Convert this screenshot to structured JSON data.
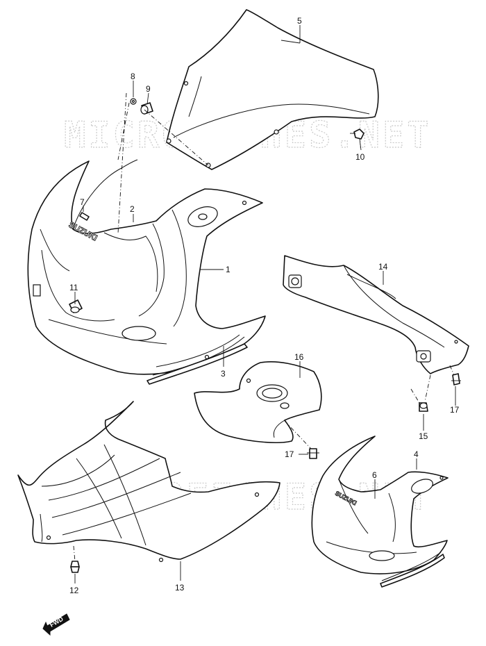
{
  "watermark": "MICROFICHES.NET",
  "brand_logo": "SUZUKI",
  "direction_label": "FWD",
  "callouts": [
    {
      "id": "c1",
      "label": "1"
    },
    {
      "id": "c2",
      "label": "2"
    },
    {
      "id": "c3",
      "label": "3"
    },
    {
      "id": "c4",
      "label": "4"
    },
    {
      "id": "c5",
      "label": "5"
    },
    {
      "id": "c6",
      "label": "6"
    },
    {
      "id": "c7",
      "label": "7"
    },
    {
      "id": "c8",
      "label": "8"
    },
    {
      "id": "c9",
      "label": "9"
    },
    {
      "id": "c10",
      "label": "10"
    },
    {
      "id": "c11",
      "label": "11"
    },
    {
      "id": "c12",
      "label": "12"
    },
    {
      "id": "c13",
      "label": "13"
    },
    {
      "id": "c14",
      "label": "14"
    },
    {
      "id": "c15",
      "label": "15"
    },
    {
      "id": "c16",
      "label": "16"
    },
    {
      "id": "c17a",
      "label": "17"
    },
    {
      "id": "c17b",
      "label": "17"
    }
  ]
}
